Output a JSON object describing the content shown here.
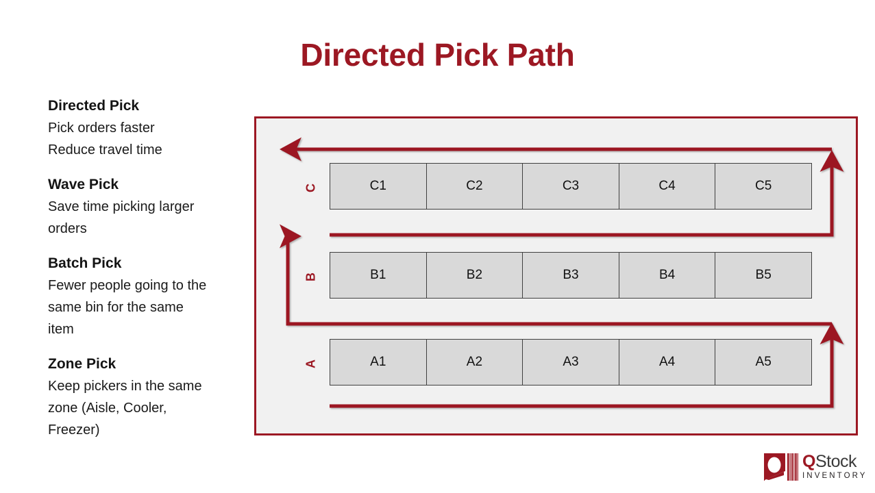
{
  "title": "Directed Pick Path",
  "theme": {
    "accent": "#9c1823",
    "panel_bg": "#f1f1f1",
    "bin_fill": "#d9d9d9",
    "bin_border": "#3f3f3f"
  },
  "sidebar": {
    "blocks": [
      {
        "heading": "Directed Pick",
        "lines": [
          "Pick orders faster",
          "Reduce travel time"
        ]
      },
      {
        "heading": "Wave Pick",
        "lines": [
          "Save time picking larger",
          "orders"
        ]
      },
      {
        "heading": "Batch Pick",
        "lines": [
          "Fewer people going to the",
          "same bin for the same",
          "item"
        ]
      },
      {
        "heading": "Zone Pick",
        "lines": [
          "Keep pickers in the same",
          "zone (Aisle, Cooler,",
          "Freezer)"
        ]
      }
    ]
  },
  "diagram": {
    "aisles": [
      {
        "label": "C",
        "bins": [
          "C1",
          "C2",
          "C3",
          "C4",
          "C5"
        ]
      },
      {
        "label": "B",
        "bins": [
          "B1",
          "B2",
          "B3",
          "B4",
          "B5"
        ]
      },
      {
        "label": "A",
        "bins": [
          "A1",
          "A2",
          "A3",
          "A4",
          "A5"
        ]
      }
    ]
  },
  "logo": {
    "q": "Q",
    "stock": "Stock",
    "subtitle": "INVENTORY"
  }
}
